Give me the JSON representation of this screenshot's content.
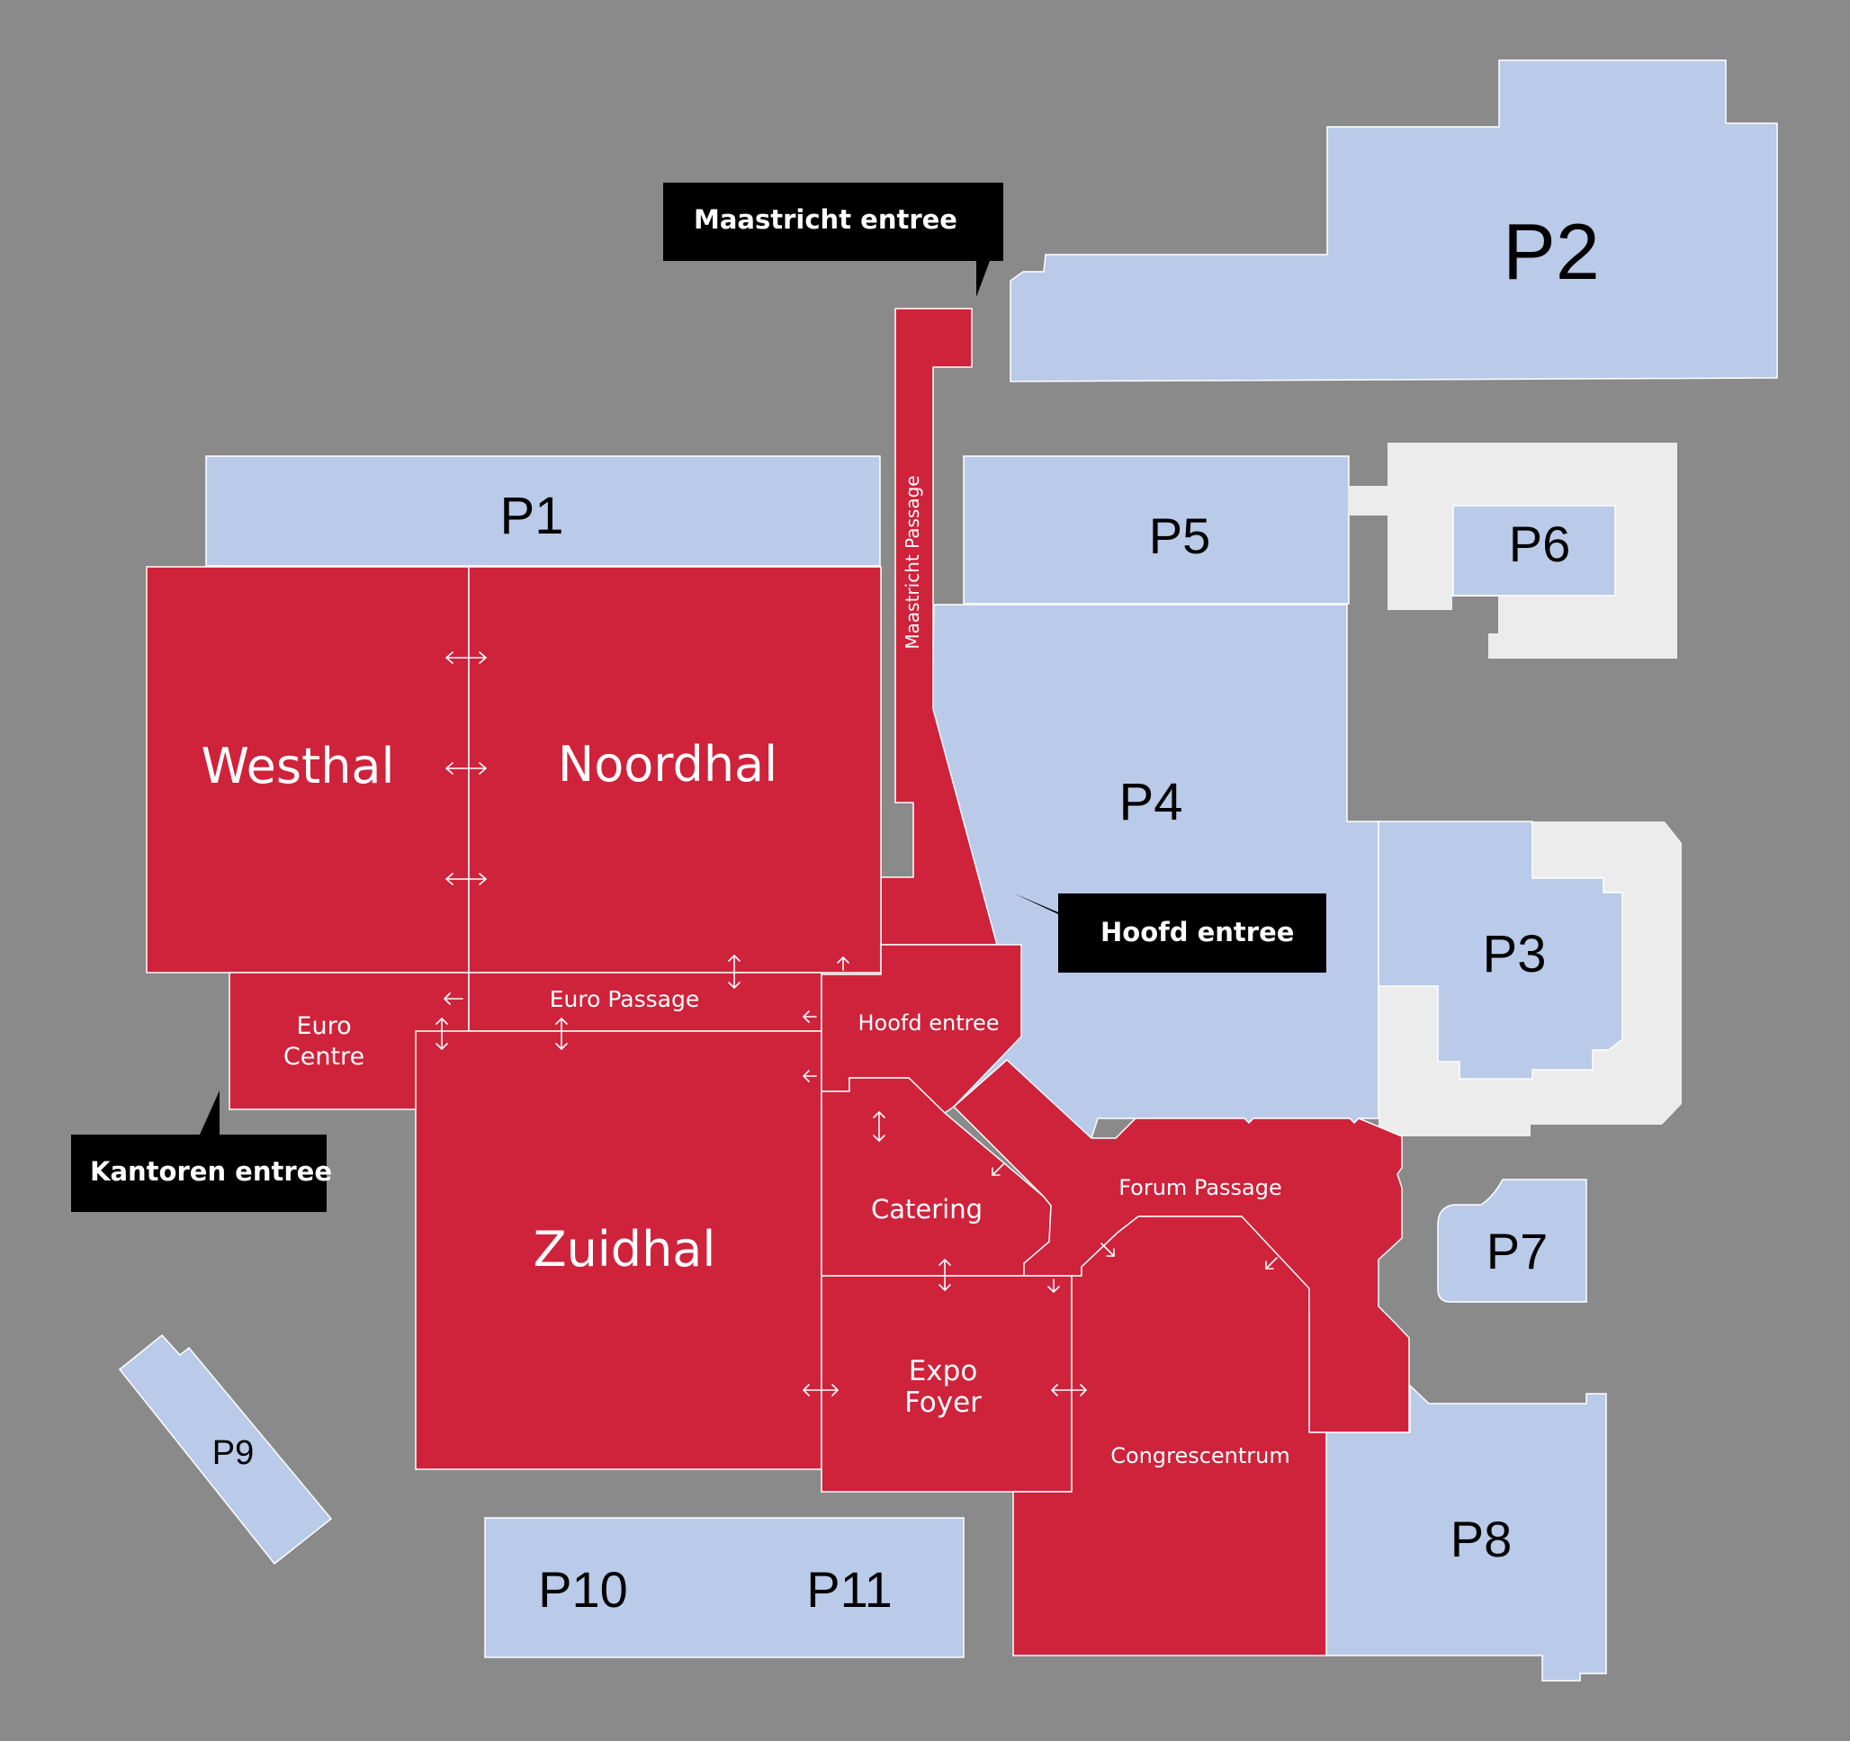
{
  "colors": {
    "background": "#8a8a8a",
    "hall_red": "#cf223b",
    "parking_blue": "#bacbe9",
    "parking_grey": "#ececec",
    "callout_black": "#000000",
    "outline_white": "#ffffff"
  },
  "callouts": {
    "maastricht": "Maastricht entree",
    "hoofd": "Hoofd entree",
    "kantoren": "Kantoren entree"
  },
  "halls": {
    "westhal": "Westhal",
    "noordhal": "Noordhal",
    "zuidhal": "Zuidhal",
    "euro_passage": "Euro Passage",
    "euro_centre_line1": "Euro",
    "euro_centre_line2": "Centre",
    "hoofd_entree": "Hoofd entree",
    "catering": "Catering",
    "forum_passage": "Forum Passage",
    "expo_foyer_line1": "Expo",
    "expo_foyer_line2": "Foyer",
    "congrescentrum": "Congrescentrum",
    "maastricht_passage": "Maastricht Passage"
  },
  "parking": {
    "p1": "P1",
    "p2": "P2",
    "p3": "P3",
    "p4": "P4",
    "p5": "P5",
    "p6": "P6",
    "p7": "P7",
    "p8": "P8",
    "p9": "P9",
    "p10": "P10",
    "p11": "P11"
  },
  "icons": {
    "passage_arrow": "double-arrow-icon",
    "entrance_arrow": "entrance-arrow-icon"
  }
}
